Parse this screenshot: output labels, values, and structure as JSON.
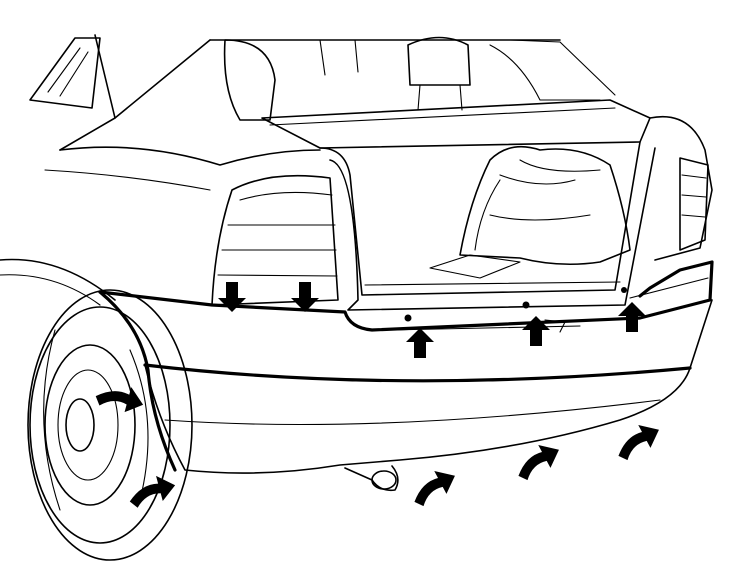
{
  "figure": {
    "colors": {
      "line": "#000000",
      "background": "#ffffff"
    },
    "arrow_groups": [
      {
        "name": "tail-light-fastener-arrows",
        "count": 2,
        "direction": "down"
      },
      {
        "name": "bumper-top-fastener-arrows",
        "count": 3,
        "direction": "up"
      },
      {
        "name": "wheel-arch-fastener-arrows",
        "count": 2,
        "direction": "curved"
      },
      {
        "name": "bumper-underside-fastener-arrows",
        "count": 3,
        "direction": "curved-up"
      }
    ]
  }
}
